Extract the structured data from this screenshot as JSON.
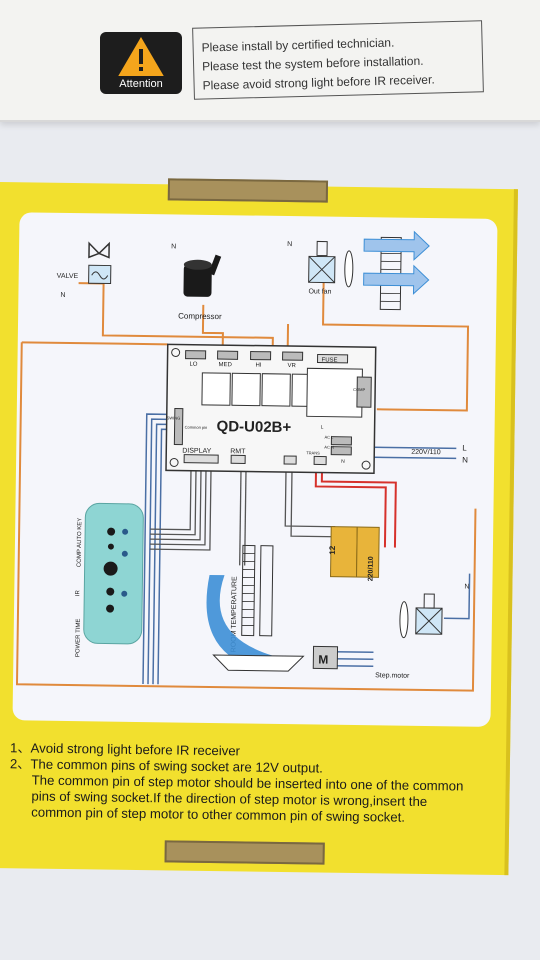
{
  "top_card": {
    "badge_label": "Attention",
    "lines": [
      "Please install by certified technician.",
      "Please test the system before installation.",
      "Please avoid strong light before IR receiver."
    ]
  },
  "diagram": {
    "valve": "VALVE",
    "n_valve": "N",
    "compressor": "Compressor",
    "n_compressor": "N",
    "n_fan": "N",
    "out_fan": "Out fan",
    "speed_lo": "LO",
    "speed_med": "MED",
    "speed_hi": "HI",
    "speed_vr": "VR",
    "fuse": "FUSE",
    "comp": "COMP",
    "model": "QD-U02B+",
    "common_pin": "Common pin",
    "swing": "SWING",
    "display": "DISPLAY",
    "rmt": "RMT",
    "trans": "TRANS",
    "voltage": "220V/110",
    "l": "L",
    "n": "N",
    "l_small": "L",
    "n_small": "N",
    "ac_l": "AC L",
    "ac_n": "AC N",
    "transformer_12": "12",
    "transformer_220": "220/110",
    "comp_auto_key": "COMP AUTO KEY",
    "ir": "IR",
    "power_time": "POWER TIME",
    "room_temperature": "ROOM TEMPERATURE",
    "motor": "M",
    "step_motor": "Step.motor",
    "n_step": "N"
  },
  "notes": [
    "1、Avoid strong light before IR receiver",
    "2、The common pins of swing socket are 12V output.",
    "The common pin of step motor should be inserted into one of the common",
    "pins of swing  socket.If the direction of step motor is wrong,insert the",
    "common pin of step motor to other  common pin of swing socket."
  ],
  "colors": {
    "box_yellow": "#f2e02e",
    "wire_orange": "#e08a3c",
    "wire_red": "#d6312b",
    "remote_teal": "#8ed5d3",
    "arrow_blue": "#3d8fd6",
    "tab_brown": "#a8915c"
  }
}
